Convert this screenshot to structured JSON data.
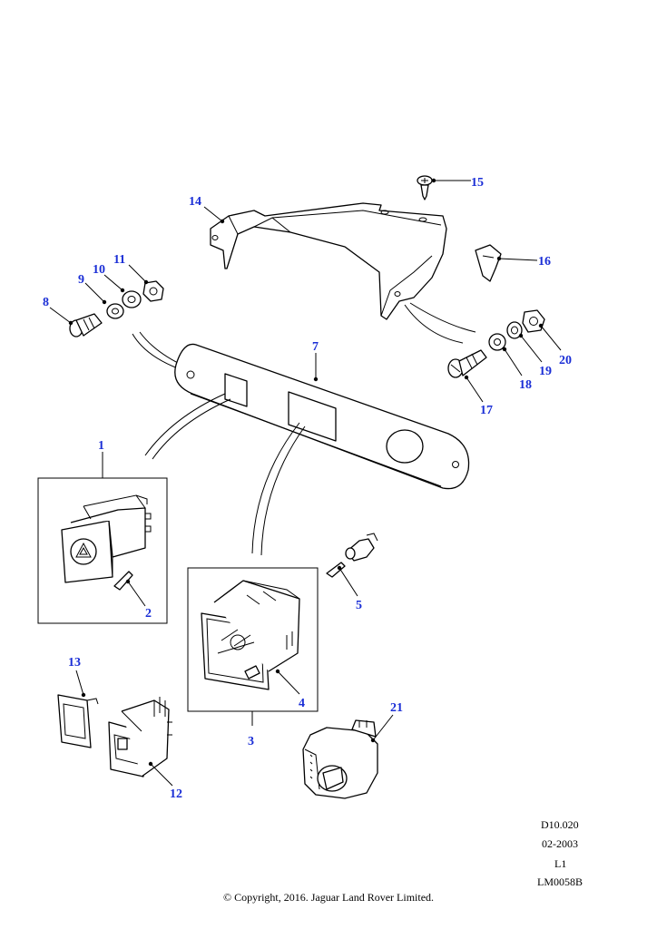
{
  "callouts": {
    "c1": "1",
    "c2": "2",
    "c3": "3",
    "c4": "4",
    "c5": "5",
    "c7": "7",
    "c8": "8",
    "c9": "9",
    "c10": "10",
    "c11": "11",
    "c12": "12",
    "c13": "13",
    "c14": "14",
    "c15": "15",
    "c16": "16",
    "c17": "17",
    "c18": "18",
    "c19": "19",
    "c20": "20",
    "c21": "21"
  },
  "footer": {
    "code": "D10.020",
    "date": "02-2003",
    "level": "L1",
    "ref": "LM0058B",
    "copyright": "© Copyright, 2016. Jaguar Land Rover Limited."
  }
}
